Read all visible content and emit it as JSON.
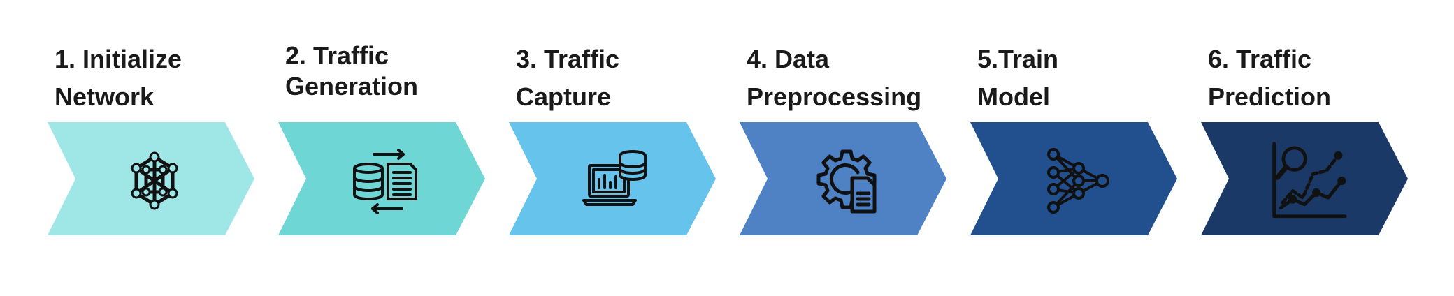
{
  "steps": [
    {
      "title": "1.  Initialize\nNetwork",
      "icon": "network-mesh-icon",
      "color": "#9fe6e6"
    },
    {
      "title": "2. Traffic\nGeneration",
      "icon": "database-transfer-icon",
      "color": "#6fd6d6"
    },
    {
      "title": "3. Traffic\nCapture",
      "icon": "laptop-database-icon",
      "color": "#66c3eb"
    },
    {
      "title": "4. Data\nPreprocessing",
      "icon": "gear-document-icon",
      "color": "#4e82c4"
    },
    {
      "title": "5.Train\nModel",
      "icon": "neural-network-icon",
      "color": "#22508f"
    },
    {
      "title": "6. Traffic\nPrediction",
      "icon": "analytics-chart-icon",
      "color": "#1b3966"
    }
  ]
}
